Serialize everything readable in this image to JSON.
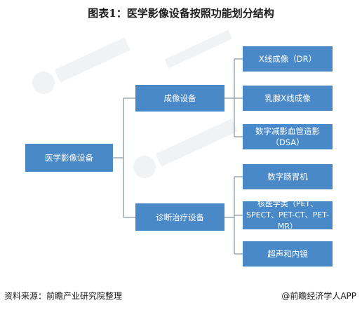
{
  "title": "图表1：医学影像设备按照功能划分结构",
  "colors": {
    "node": "#4a89c8",
    "connector": "#8f9aa6"
  },
  "diagram": {
    "root": "医学影像设备",
    "branches": [
      {
        "label": "成像设备",
        "children": [
          "X线成像（DR）",
          "乳腺X线成像",
          "数字减影血管造影（DSA）"
        ]
      },
      {
        "label": "诊断治疗设备",
        "children": [
          "数字肠胃机",
          "核医学类（PET、SPECT、PET-CT、PET-MR）",
          "超声和内镜"
        ]
      }
    ]
  },
  "footer": {
    "source": "资料来源：前瞻产业研究院整理",
    "credit": "@前瞻经济学人APP"
  }
}
